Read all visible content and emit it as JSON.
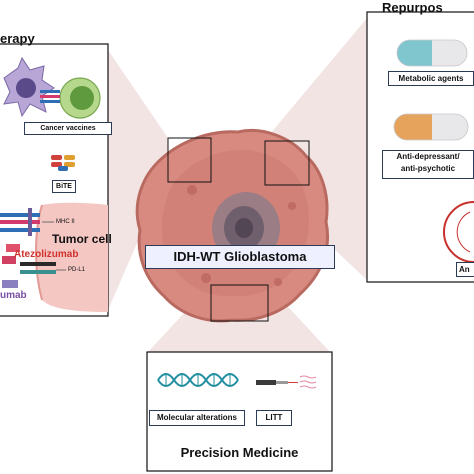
{
  "center": {
    "title": "IDH-WT Glioblastoma"
  },
  "left_panel": {
    "heading": "erapy",
    "cancer_vaccines": "Cancer vaccines",
    "bite": "BiTE",
    "mhc": "MHC II",
    "tumor_cell": "Tumor cell",
    "atezolizumab": "Atezolizumab",
    "pdl1": "PD-L1",
    "partial_drug": "umab"
  },
  "right_panel": {
    "heading": "Repurpos",
    "metabolic": "Metabolic agents",
    "antidep_line1": "Anti-depressant/",
    "antidep_line2": "anti-psychotic",
    "partial": "An"
  },
  "bottom_panel": {
    "title": "Precision Medicine",
    "molecular": "Molecular alterations",
    "litt": "LITT"
  },
  "colors": {
    "tumor": "#d98a80",
    "tumor_dark": "#b96a60",
    "core": "#8d7c86",
    "pill_teal": "#7fc6cf",
    "pill_orange": "#e6a35c",
    "dna": "#1f8fa0",
    "tumor_cell_bg": "#f4c7c3",
    "red_text": "#d0312d",
    "purple_text": "#7a4fa3"
  }
}
